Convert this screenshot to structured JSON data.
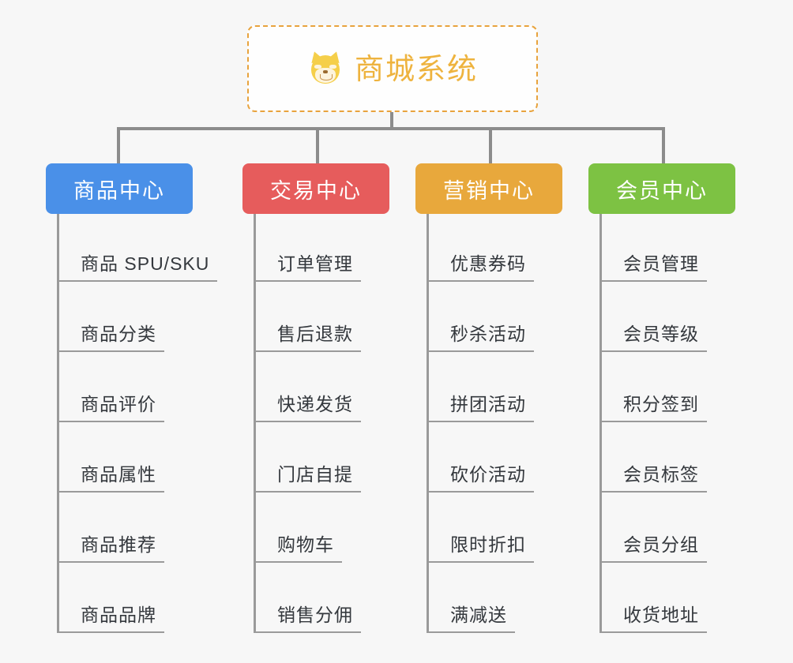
{
  "page": {
    "background_color": "#f7f7f7",
    "type": "mindmap"
  },
  "root": {
    "title": "商城系统",
    "icon": "shiba-dog-icon",
    "border_color": "#e8a33d",
    "text_color": "#eeb33e"
  },
  "connector_color": "#8c8c8c",
  "branches": [
    {
      "label": "商品中心",
      "color": "#4a90e8",
      "leaves": [
        "商品 SPU/SKU",
        "商品分类",
        "商品评价",
        "商品属性",
        "商品推荐",
        "商品品牌"
      ]
    },
    {
      "label": "交易中心",
      "color": "#e65c5c",
      "leaves": [
        "订单管理",
        "售后退款",
        "快递发货",
        "门店自提",
        "购物车",
        "销售分佣"
      ]
    },
    {
      "label": "营销中心",
      "color": "#e8a83c",
      "leaves": [
        "优惠券码",
        "秒杀活动",
        "拼团活动",
        "砍价活动",
        "限时折扣",
        "满减送"
      ]
    },
    {
      "label": "会员中心",
      "color": "#7dc243",
      "leaves": [
        "会员管理",
        "会员等级",
        "积分签到",
        "会员标签",
        "会员分组",
        "收货地址"
      ]
    }
  ]
}
